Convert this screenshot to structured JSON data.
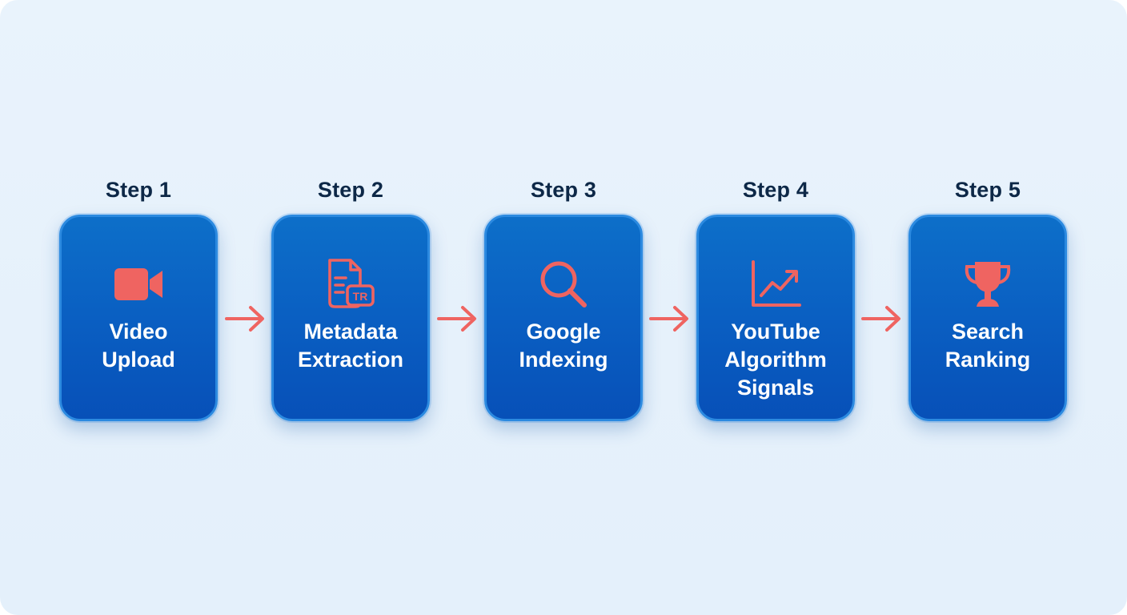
{
  "steps": [
    {
      "step_label": "Step 1",
      "title": "Video\nUpload",
      "icon": "video-camera-icon"
    },
    {
      "step_label": "Step 2",
      "title": "Metadata\nExtraction",
      "icon": "document-transcript-icon",
      "icon_badge": "TR"
    },
    {
      "step_label": "Step 3",
      "title": "Google\nIndexing",
      "icon": "magnifier-icon"
    },
    {
      "step_label": "Step 4",
      "title": "YouTube\nAlgorithm\nSignals",
      "icon": "trend-chart-icon"
    },
    {
      "step_label": "Step 5",
      "title": "Search\nRanking",
      "icon": "trophy-icon"
    }
  ],
  "colors": {
    "accent": "#ef6461",
    "card": "#0a5fc2",
    "label": "#0d2847",
    "background": "#e7f2fc"
  }
}
